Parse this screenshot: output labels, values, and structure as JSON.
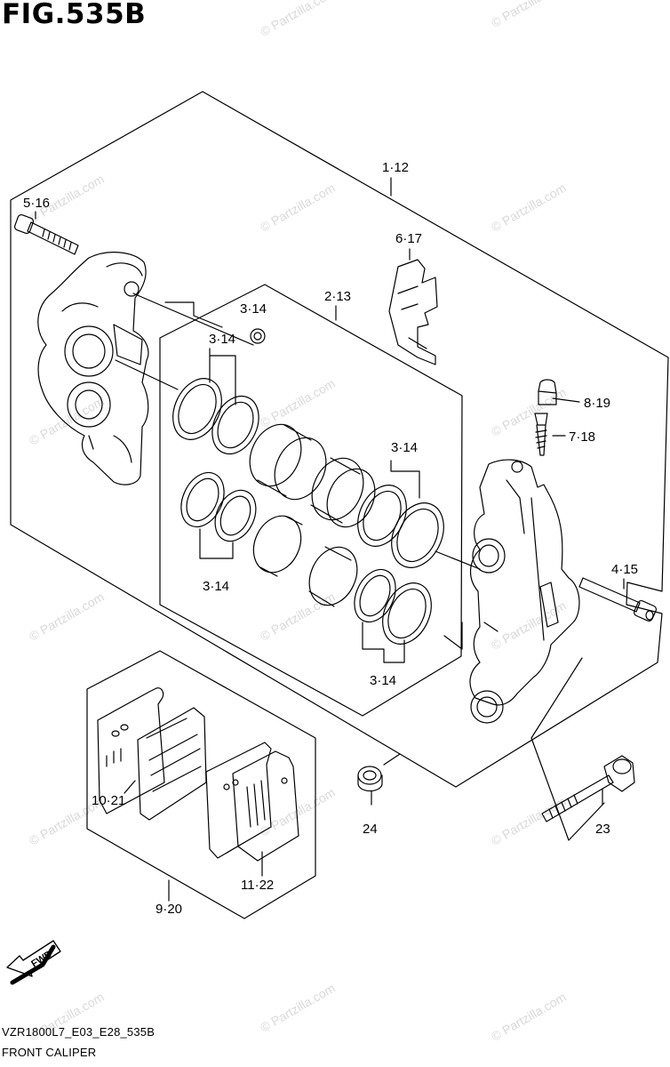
{
  "figure": {
    "title": "FIG.535B",
    "model_code": "VZR1800L7_E03_E28_535B",
    "section_name": "FRONT CALIPER"
  },
  "watermark": "© Partzilla.com",
  "direction_arrow": "FWD",
  "callouts": [
    {
      "id": "c1",
      "text": "1·12"
    },
    {
      "id": "c2",
      "text": "5·16"
    },
    {
      "id": "c3",
      "text": "6·17"
    },
    {
      "id": "c4",
      "text": "2·13"
    },
    {
      "id": "c5",
      "text": "3·14"
    },
    {
      "id": "c6",
      "text": "3·14"
    },
    {
      "id": "c7",
      "text": "3·14"
    },
    {
      "id": "c8",
      "text": "3·14"
    },
    {
      "id": "c9",
      "text": "3·14"
    },
    {
      "id": "c10",
      "text": "8·19"
    },
    {
      "id": "c11",
      "text": "7·18"
    },
    {
      "id": "c12",
      "text": "4·15"
    },
    {
      "id": "c13",
      "text": "10·21"
    },
    {
      "id": "c14",
      "text": "11·22"
    },
    {
      "id": "c15",
      "text": "9·20"
    },
    {
      "id": "c16",
      "text": "24"
    },
    {
      "id": "c17",
      "text": "23"
    }
  ],
  "colors": {
    "line": "#000000",
    "watermark": "#d9d9d9",
    "background": "#ffffff"
  }
}
